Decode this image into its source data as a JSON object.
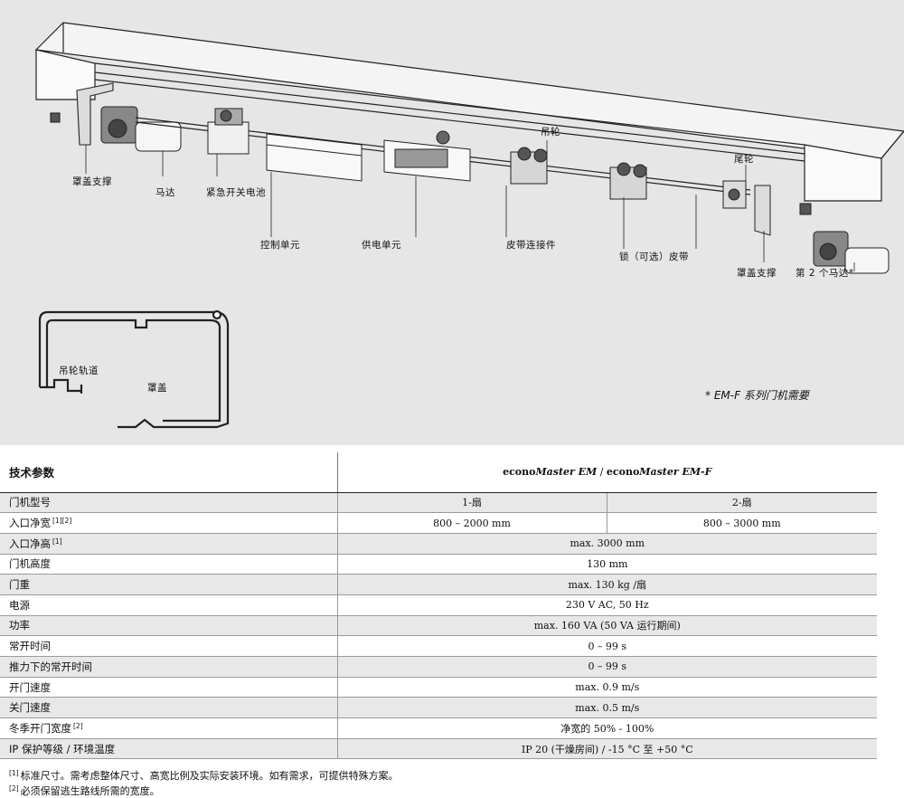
{
  "diagram": {
    "callouts": {
      "cover_support_left": "罩盖支撑",
      "motor": "马达",
      "emergency_battery": "紧急开关电池",
      "control_unit": "控制单元",
      "power_unit": "供电单元",
      "hanger_wheel": "吊轮",
      "belt_connector": "皮带连接件",
      "lock_belt": "锁（可选）皮带",
      "tail_wheel": "尾轮",
      "cover_support_right": "罩盖支撑",
      "second_motor": "第 2 个马达*",
      "wheel_track": "吊轮轨道",
      "cover": "罩盖"
    },
    "note": "* EM-F 系列门机需要"
  },
  "spec_table": {
    "title": "技术参数",
    "product": {
      "brand1": "econo",
      "model1": "Master EM",
      "sep": " / ",
      "brand2": "econo",
      "model2": "Master EM-F"
    },
    "rows": [
      {
        "label": "门机型号",
        "sup": "",
        "v1": "1-扇",
        "v2": "2-扇",
        "split": true
      },
      {
        "label": "入口净宽",
        "sup": "[1][2]",
        "v1": "800 – 2000 mm",
        "v2": "800 – 3000 mm",
        "split": true
      },
      {
        "label": "入口净高",
        "sup": "[1]",
        "value": "max. 3000 mm"
      },
      {
        "label": "门机高度",
        "sup": "",
        "value": "130 mm"
      },
      {
        "label": "门重",
        "sup": "",
        "value": "max. 130 kg /扇"
      },
      {
        "label": "电源",
        "sup": "",
        "value": "230 V AC, 50 Hz"
      },
      {
        "label": "功率",
        "sup": "",
        "value": "max. 160 VA (50 VA 运行期间)"
      },
      {
        "label": "常开时间",
        "sup": "",
        "value": "0 – 99 s"
      },
      {
        "label": "推力下的常开时间",
        "sup": "",
        "value": "0 – 99 s"
      },
      {
        "label": "开门速度",
        "sup": "",
        "value": "max. 0.9 m/s"
      },
      {
        "label": "关门速度",
        "sup": "",
        "value": "max. 0.5 m/s"
      },
      {
        "label": "冬季开门宽度",
        "sup": "[2]",
        "value": "净宽的 50% - 100%"
      },
      {
        "label": "IP 保护等级 / 环境温度",
        "sup": "",
        "value": "IP 20 (干燥房间) / -15 °C 至 +50 °C"
      }
    ]
  },
  "footnotes": [
    {
      "mark": "[1]",
      "text": "标准尺寸。需考虑整体尺寸、高宽比例及实际安装环境。如有需求，可提供特殊方案。"
    },
    {
      "mark": "[2]",
      "text": "必须保留逃生路线所需的宽度。"
    }
  ]
}
